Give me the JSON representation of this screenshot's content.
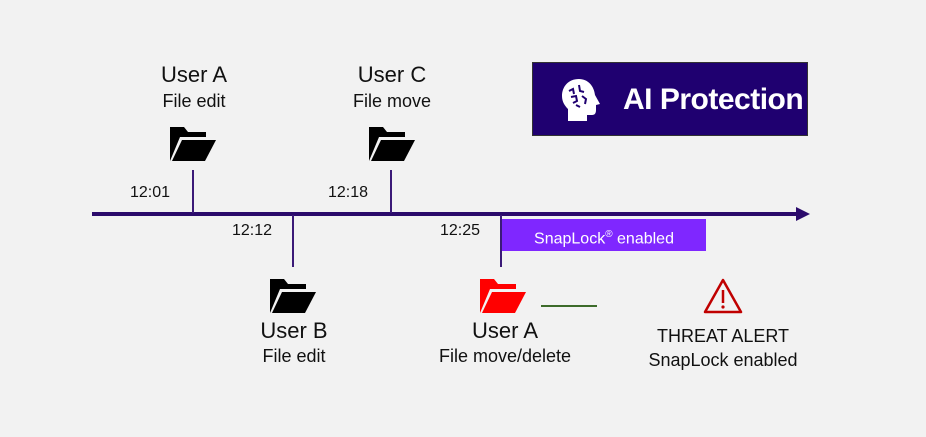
{
  "ai_badge": {
    "label": "AI Protection",
    "icon": "brain-head-icon",
    "background": "#1f0070"
  },
  "timeline": {
    "axis_color": "#2b0a6b",
    "events": [
      {
        "time": "12:01",
        "user": "User A",
        "action": "File edit",
        "position": "above",
        "folder_color": "#000000"
      },
      {
        "time": "12:12",
        "user": "User B",
        "action": "File edit",
        "position": "below",
        "folder_color": "#000000"
      },
      {
        "time": "12:18",
        "user": "User C",
        "action": "File move",
        "position": "above",
        "folder_color": "#000000"
      },
      {
        "time": "12:25",
        "user": "User A",
        "action": "File move/delete",
        "position": "below",
        "folder_color": "#ff0000"
      }
    ]
  },
  "snaplock_banner": {
    "label_main": "SnapLock",
    "label_mark": "®",
    "label_rest": " enabled",
    "background": "#7f27ff"
  },
  "threat_alert": {
    "title": "THREAT ALERT",
    "subtitle": "SnapLock enabled",
    "icon": "warning-triangle-icon",
    "color": "#c00000"
  }
}
